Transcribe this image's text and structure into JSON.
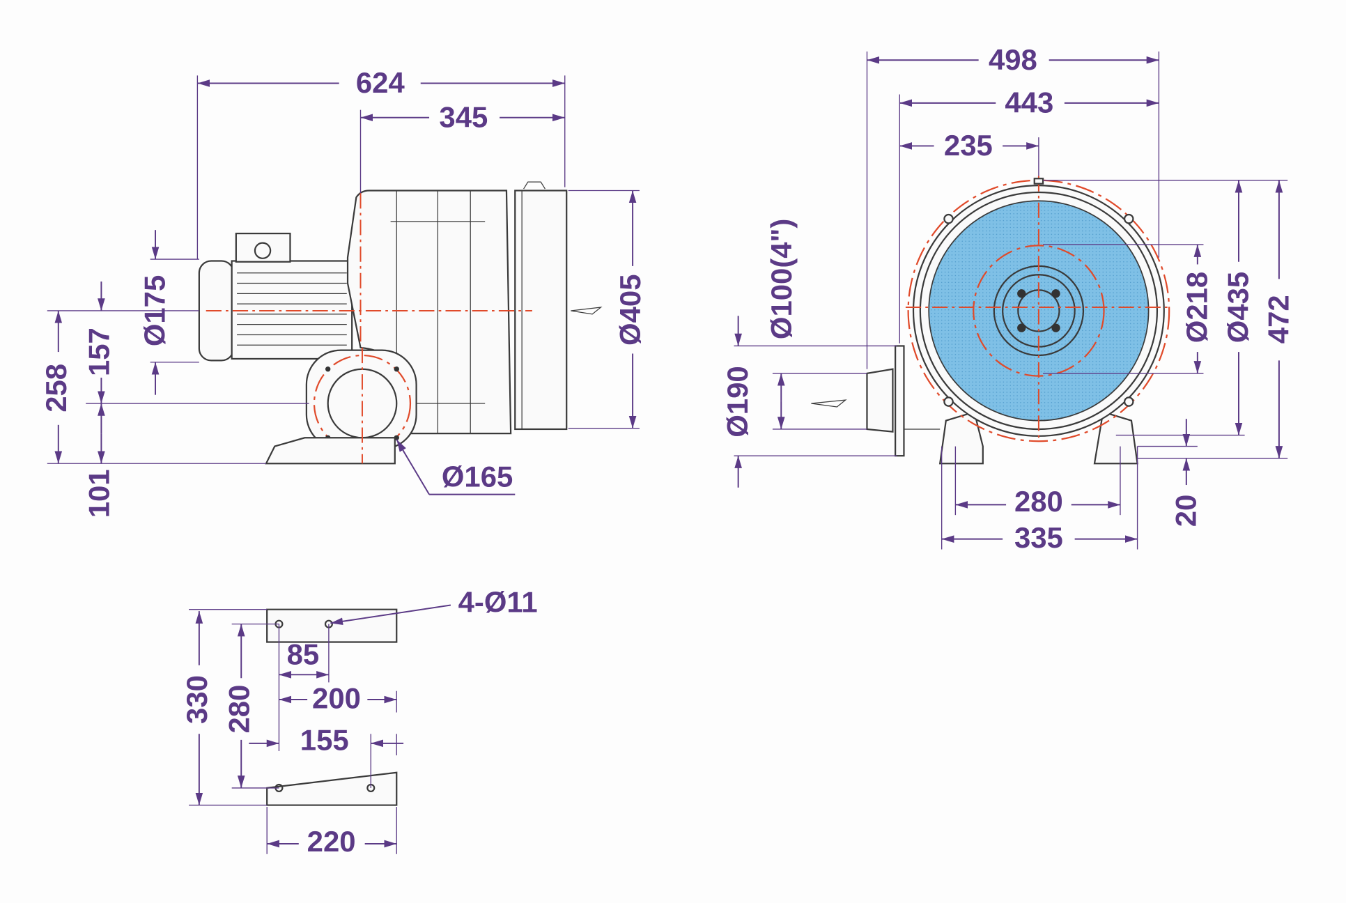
{
  "side_view": {
    "overall_length": "624",
    "housing_length": "345",
    "motor_diameter": "Ø175",
    "motor_center_height": "157",
    "inlet_center_height": "258",
    "outlet_center_height": "101",
    "housing_diameter": "Ø405",
    "outlet_flange_diameter": "Ø165"
  },
  "front_view": {
    "overall_width": "498",
    "width_443": "443",
    "width_235": "235",
    "outlet_pipe": "Ø100(4\")",
    "outlet_flange": "Ø190",
    "bolt_circle": "Ø218",
    "housing_diameter": "Ø435",
    "overall_height": "472",
    "base_height": "20",
    "foot_hole_spacing": "280",
    "foot_width": "335"
  },
  "base_view": {
    "holes": "4-Ø11",
    "hole_offset": "85",
    "width_200": "200",
    "width_155": "155",
    "depth_330": "330",
    "depth_280": "280",
    "width_220": "220"
  },
  "colors": {
    "dimension": "#5b3a86",
    "centerline": "#e04a2a",
    "fan": "#7fc0e6"
  }
}
